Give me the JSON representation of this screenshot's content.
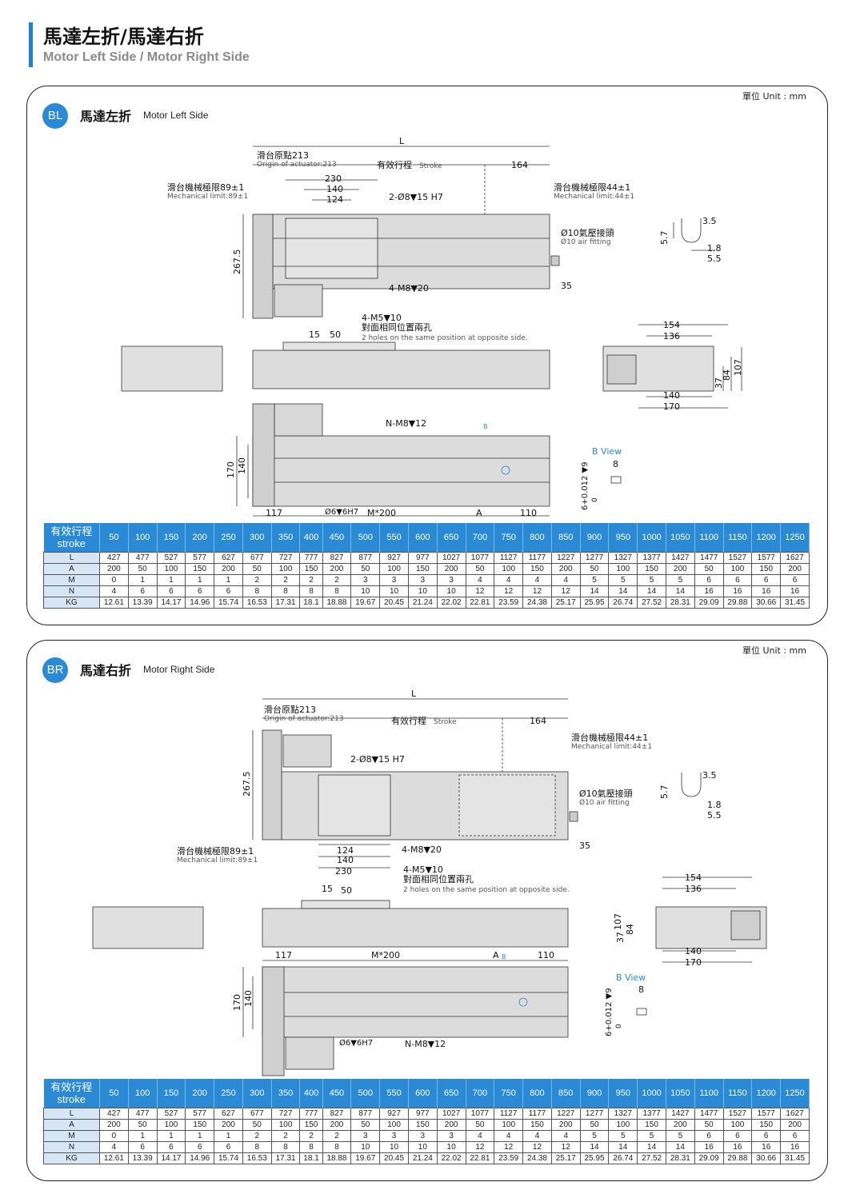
{
  "header": {
    "title": "馬達左折/馬達右折",
    "subtitle": "Motor Left Side / Motor Right Side"
  },
  "colors": {
    "accent": "#2a8ad6",
    "table_row_header": "#d7e6f4",
    "body_fill": "#dcdcdc"
  },
  "sections": [
    {
      "badge": "BL",
      "title": "馬達左折",
      "subtitle": "Motor Left Side",
      "unit": "單位 Unit : mm",
      "labels": {
        "L": "L",
        "origin_cn": "滑台原點213",
        "origin_en": "Origin of actuator:213",
        "stroke_cn": "有效行程",
        "stroke_en": "Stroke",
        "d164": "164",
        "mech_left_cn": "滑台機械極限89±1",
        "mech_left_en": "Mechanical limit:89±1",
        "mech_right_cn": "滑台機械極限44±1",
        "mech_right_en": "Mechanical limit:44±1",
        "d230": "230",
        "d140": "140",
        "d124": "124",
        "pin_holes": "2-Ø8▼15 H7",
        "air_cn": "Ø10氣壓接頭",
        "air_en": "Ø10 air fitting",
        "m8_holes": "4-M8▼20",
        "d35": "35",
        "d267": "267.5",
        "d57": "5.7",
        "d35b": "3.5",
        "d18": "1.8",
        "d55": "5.5",
        "m5_holes": "4-M5▼10",
        "opp_cn": "對面相同位置兩孔",
        "opp_en": "2 holes on the same position at opposite side.",
        "d15": "15",
        "d50": "50",
        "d154": "154",
        "d136": "136",
        "d140b": "140",
        "d170": "170",
        "d37": "37",
        "d84": "84",
        "d107": "107",
        "nm8": "N-M8▼12",
        "b_mark": "B",
        "bview": "B View",
        "d8": "8",
        "tol": "6+0.012 ▼9",
        "tol0": "0",
        "d170v": "170",
        "d140v": "140",
        "d117": "117",
        "pin6": "Ø6▼6H7",
        "m200": "M*200",
        "A": "A",
        "d110": "110"
      }
    },
    {
      "badge": "BR",
      "title": "馬達右折",
      "subtitle": "Motor Right Side",
      "unit": "單位 Unit : mm",
      "labels": {
        "L": "L",
        "origin_cn": "滑台原點213",
        "origin_en": "Origin of actuator:213",
        "stroke_cn": "有效行程",
        "stroke_en": "Stroke",
        "d164": "164",
        "mech_left_cn": "滑台機械極限89±1",
        "mech_left_en": "Mechanical limit:89±1",
        "mech_right_cn": "滑台機械極限44±1",
        "mech_right_en": "Mechanical limit:44±1",
        "d230": "230",
        "d140": "140",
        "d124": "124",
        "pin_holes": "2-Ø8▼15 H7",
        "air_cn": "Ø10氣壓接頭",
        "air_en": "Ø10 air fitting",
        "m8_holes": "4-M8▼20",
        "d35": "35",
        "d267": "267.5",
        "d57": "5.7",
        "d35b": "3.5",
        "d18": "1.8",
        "d55": "5.5",
        "m5_holes": "4-M5▼10",
        "opp_cn": "對面相同位置兩孔",
        "opp_en": "2 holes on the same position at opposite side.",
        "d15": "15",
        "d50": "50",
        "d154": "154",
        "d136": "136",
        "d140b": "140",
        "d170": "170",
        "d37": "37",
        "d84": "84",
        "d107": "107",
        "nm8": "N-M8▼12",
        "b_mark": "B",
        "bview": "B View",
        "d8": "8",
        "tol": "6+0.012 ▼9",
        "tol0": "0",
        "d170v": "170",
        "d140v": "140",
        "d117": "117",
        "pin6": "Ø6▼6H7",
        "m200": "M*200",
        "A": "A",
        "d110": "110"
      }
    }
  ],
  "table": {
    "header_cn": "有效行程",
    "header_en": "stroke",
    "strokes": [
      "50",
      "100",
      "150",
      "200",
      "250",
      "300",
      "350",
      "400",
      "450",
      "500",
      "550",
      "600",
      "650",
      "700",
      "750",
      "800",
      "850",
      "900",
      "950",
      "1000",
      "1050",
      "1100",
      "1150",
      "1200",
      "1250"
    ],
    "rows": [
      {
        "label": "L",
        "values": [
          "427",
          "477",
          "527",
          "577",
          "627",
          "677",
          "727",
          "777",
          "827",
          "877",
          "927",
          "977",
          "1027",
          "1077",
          "1127",
          "1177",
          "1227",
          "1277",
          "1327",
          "1377",
          "1427",
          "1477",
          "1527",
          "1577",
          "1627"
        ]
      },
      {
        "label": "A",
        "values": [
          "200",
          "50",
          "100",
          "150",
          "200",
          "50",
          "100",
          "150",
          "200",
          "50",
          "100",
          "150",
          "200",
          "50",
          "100",
          "150",
          "200",
          "50",
          "100",
          "150",
          "200",
          "50",
          "100",
          "150",
          "200"
        ]
      },
      {
        "label": "M",
        "values": [
          "0",
          "1",
          "1",
          "1",
          "1",
          "2",
          "2",
          "2",
          "2",
          "3",
          "3",
          "3",
          "3",
          "4",
          "4",
          "4",
          "4",
          "5",
          "5",
          "5",
          "5",
          "6",
          "6",
          "6",
          "6"
        ]
      },
      {
        "label": "N",
        "values": [
          "4",
          "6",
          "6",
          "6",
          "6",
          "8",
          "8",
          "8",
          "8",
          "10",
          "10",
          "10",
          "10",
          "12",
          "12",
          "12",
          "12",
          "14",
          "14",
          "14",
          "14",
          "16",
          "16",
          "16",
          "16"
        ]
      },
      {
        "label": "KG",
        "values": [
          "12.61",
          "13.39",
          "14.17",
          "14.96",
          "15.74",
          "16.53",
          "17.31",
          "18.1",
          "18.88",
          "19.67",
          "20.45",
          "21.24",
          "22.02",
          "22.81",
          "23.59",
          "24.38",
          "25.17",
          "25.95",
          "26.74",
          "27.52",
          "28.31",
          "29.09",
          "29.88",
          "30.66",
          "31.45"
        ]
      }
    ]
  }
}
